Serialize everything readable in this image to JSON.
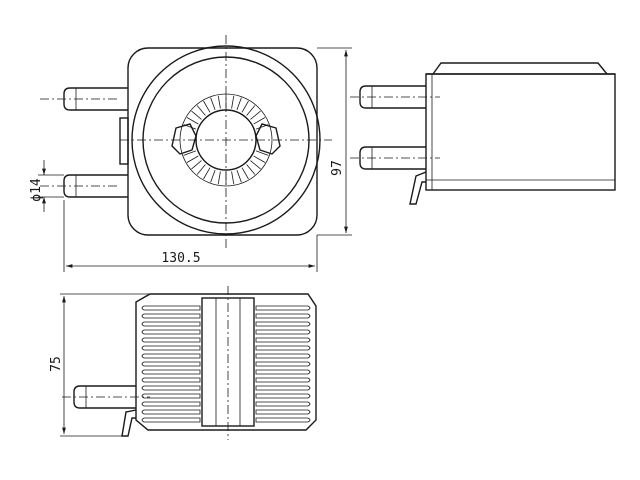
{
  "drawing": {
    "dimensions": {
      "height_top_view": "97",
      "width_top_view": "130.5",
      "pipe_diameter": "ϕ14",
      "height_front_section": "75"
    }
  }
}
